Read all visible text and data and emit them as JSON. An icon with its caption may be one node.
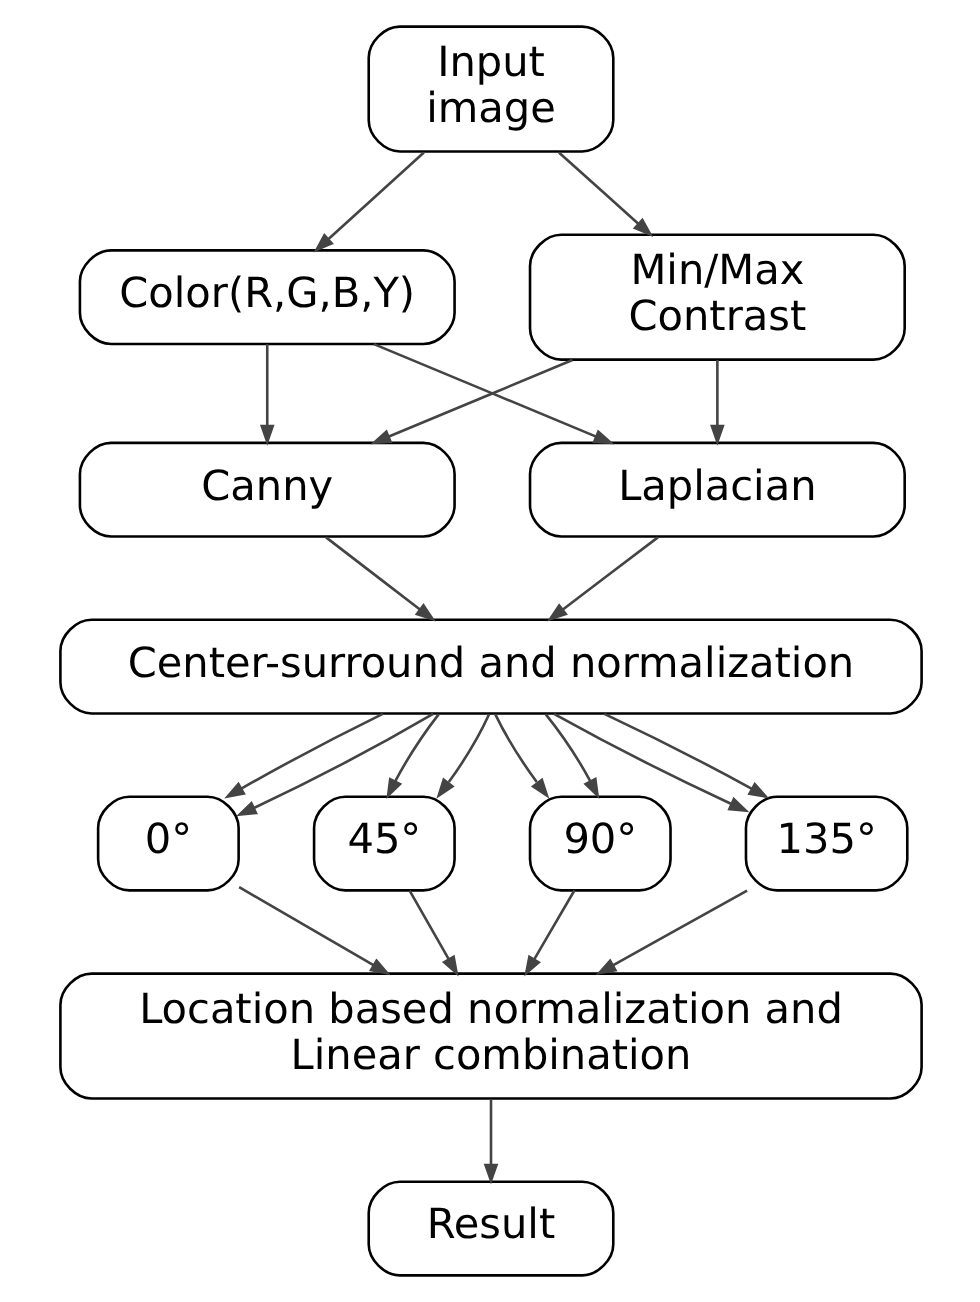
{
  "diagram": {
    "nodes": [
      {
        "text": [
          "Input image"
        ]
      },
      {
        "text": [
          "Color(R,G,B,Y)"
        ]
      },
      {
        "text": [
          "Min/Max Contrast"
        ]
      },
      {
        "text": [
          "Canny"
        ]
      },
      {
        "text": [
          "Laplacian"
        ]
      },
      {
        "text": [
          "Center-surround and normalization"
        ]
      },
      {
        "text": [
          "0°"
        ]
      },
      {
        "text": [
          "45°"
        ]
      },
      {
        "text": [
          "90°"
        ]
      },
      {
        "text": [
          "135°"
        ]
      },
      {
        "text": [
          "Location based normalization and Linear combination"
        ]
      },
      {
        "text": [
          "Result"
        ]
      }
    ],
    "edges": [
      {
        "from": 0,
        "to": 1,
        "arrow": "to"
      },
      {
        "from": 0,
        "to": 2,
        "arrow": "to"
      },
      {
        "from": 1,
        "to": 3,
        "arrow": "to"
      },
      {
        "from": 1,
        "to": 4,
        "arrow": "to"
      },
      {
        "from": 2,
        "to": 3,
        "arrow": "to"
      },
      {
        "from": 2,
        "to": 4,
        "arrow": "to"
      },
      {
        "from": 3,
        "to": 5,
        "arrow": "to"
      },
      {
        "from": 4,
        "to": 5,
        "arrow": "to"
      },
      {
        "from": 5,
        "to": 6,
        "arrow": "to"
      },
      {
        "from": 5,
        "to": 7,
        "arrow": "to"
      },
      {
        "from": 5,
        "to": 8,
        "arrow": "to"
      },
      {
        "from": 5,
        "to": 9,
        "arrow": "to"
      },
      {
        "from": 5,
        "to": 6,
        "arrow": "to"
      },
      {
        "from": 5,
        "to": 7,
        "arrow": "to"
      },
      {
        "from": 5,
        "to": 8,
        "arrow": "to"
      },
      {
        "from": 5,
        "to": 9,
        "arrow": "to"
      },
      {
        "from": 6,
        "to": 10,
        "arrow": "to"
      },
      {
        "from": 7,
        "to": 10,
        "arrow": "to"
      },
      {
        "from": 8,
        "to": 10,
        "arrow": "to"
      },
      {
        "from": 9,
        "to": 10,
        "arrow": "to"
      },
      {
        "from": 10,
        "to": 11,
        "arrow": "to"
      }
    ]
  }
}
